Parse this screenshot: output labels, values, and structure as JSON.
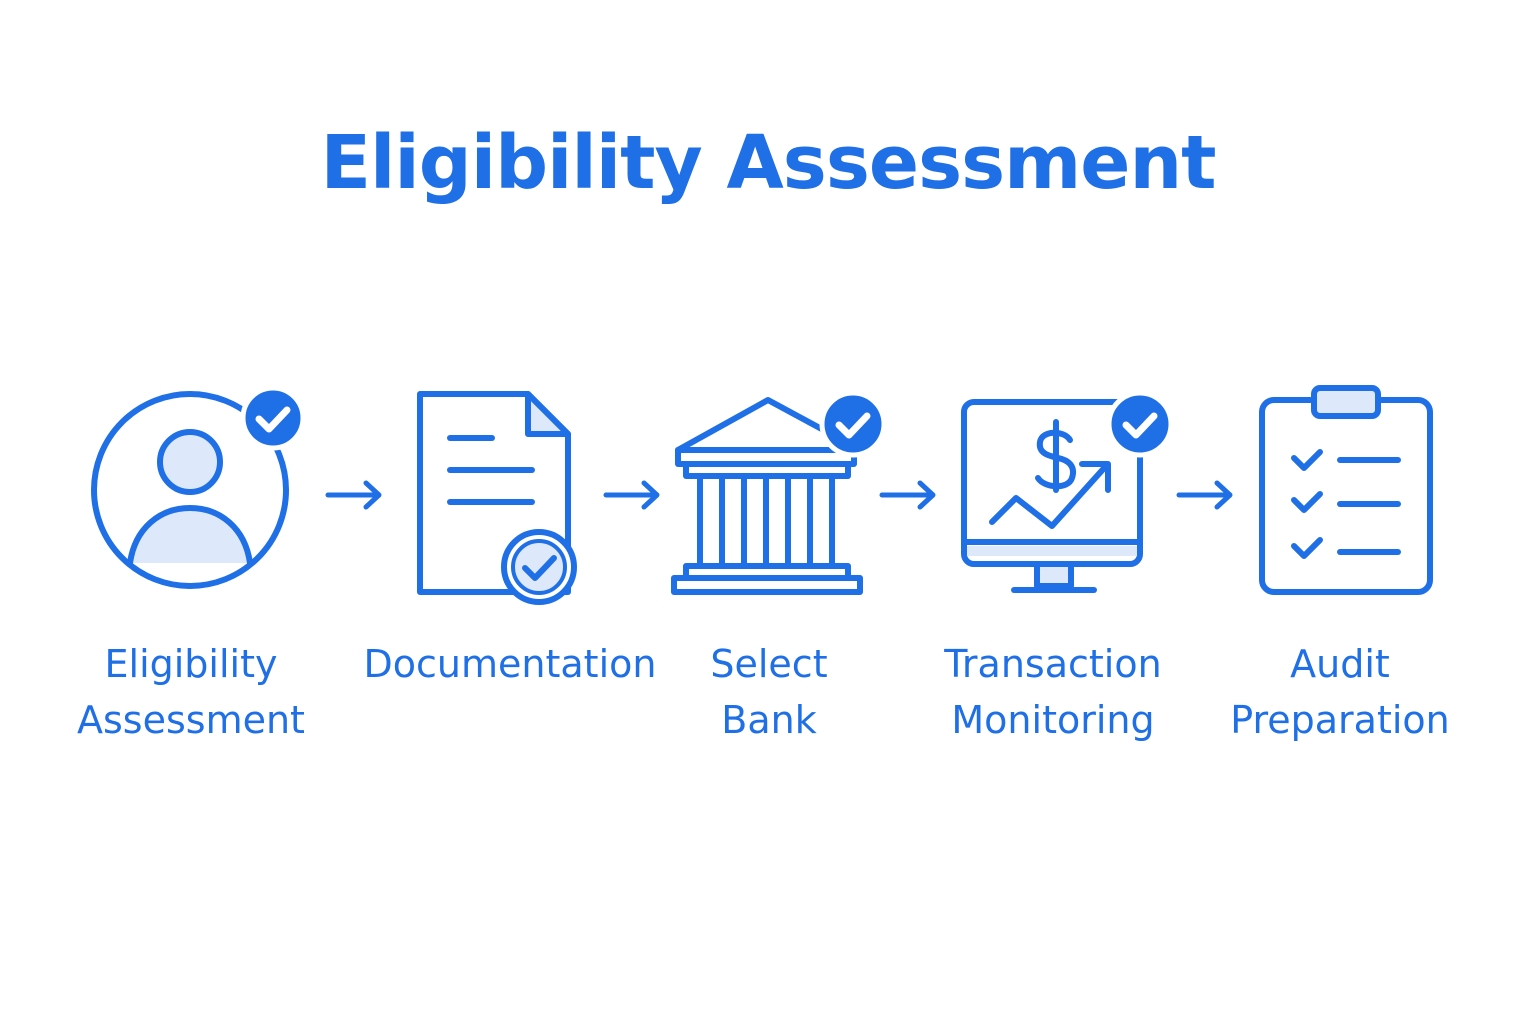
{
  "title": "Eligibility Assessment",
  "colors": {
    "accent": "#1f6fe6",
    "fill_light": "#dde9fb"
  },
  "steps": [
    {
      "icon": "user-check-icon",
      "lines": [
        "Eligibility",
        "Assessment"
      ]
    },
    {
      "icon": "document-check-icon",
      "lines": [
        "Documentation"
      ]
    },
    {
      "icon": "bank-check-icon",
      "lines": [
        "Select",
        "Bank"
      ]
    },
    {
      "icon": "monitor-dollar-chart-icon",
      "lines": [
        "Transaction",
        "Monitoring"
      ]
    },
    {
      "icon": "clipboard-checklist-icon",
      "lines": [
        "Audit",
        "Preparation"
      ]
    }
  ]
}
